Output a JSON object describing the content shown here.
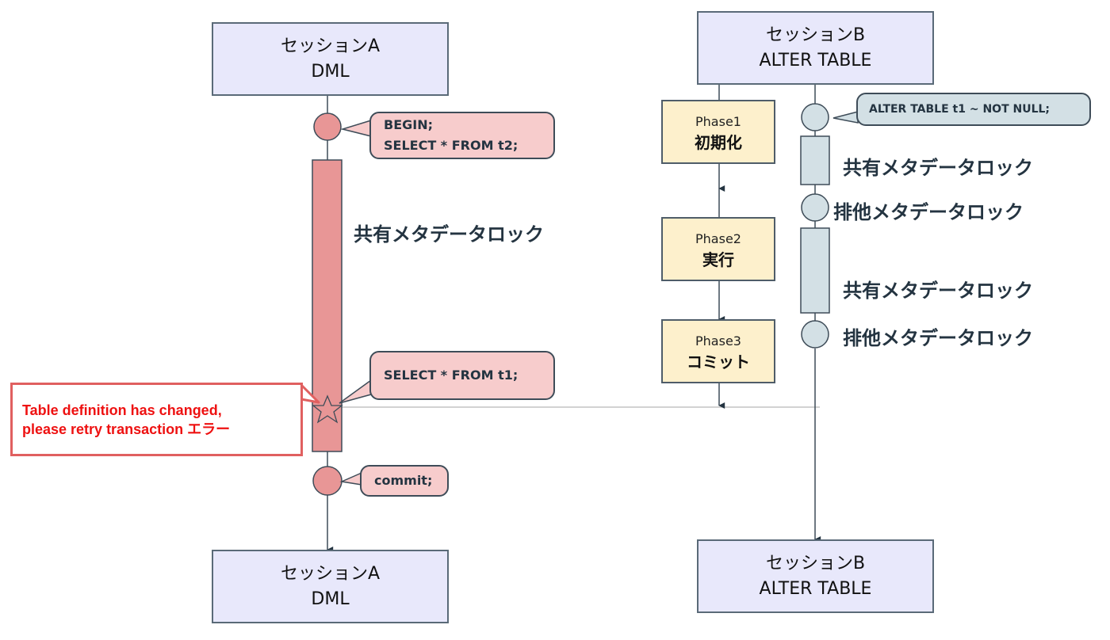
{
  "session_a": {
    "top": {
      "line1": "セッションA",
      "line2": "DML"
    },
    "bottom": {
      "line1": "セッションA",
      "line2": "DML"
    },
    "callouts": [
      {
        "lines": [
          "BEGIN;",
          "SELECT * FROM t2;"
        ]
      },
      {
        "lines": [
          "SELECT * FROM t1;"
        ]
      },
      {
        "lines": [
          "commit;"
        ]
      }
    ],
    "lock_label": "共有メタデータロック",
    "colors": {
      "fill": "#e89696",
      "callout": "#f7cccc"
    }
  },
  "session_b": {
    "top": {
      "line1": "セッションB",
      "line2": "ALTER TABLE"
    },
    "bottom": {
      "line1": "セッションB",
      "line2": "ALTER TABLE"
    },
    "callout": "ALTER TABLE t1 ~ NOT NULL;",
    "phases": [
      {
        "name": "Phase1",
        "desc": "初期化"
      },
      {
        "name": "Phase2",
        "desc": "実行"
      },
      {
        "name": "Phase3",
        "desc": "コミット"
      }
    ],
    "locks": [
      {
        "label": "共有メタデータロック"
      },
      {
        "label": "排他メタデータロック"
      },
      {
        "label": "共有メタデータロック"
      },
      {
        "label": "排他メタデータロック"
      }
    ],
    "colors": {
      "fill": "#d3e0e5",
      "phase": "#fdf0cc"
    }
  },
  "error": {
    "lines": [
      "Table definition has changed,",
      "please retry transaction エラー"
    ],
    "color": "#ee1111"
  }
}
